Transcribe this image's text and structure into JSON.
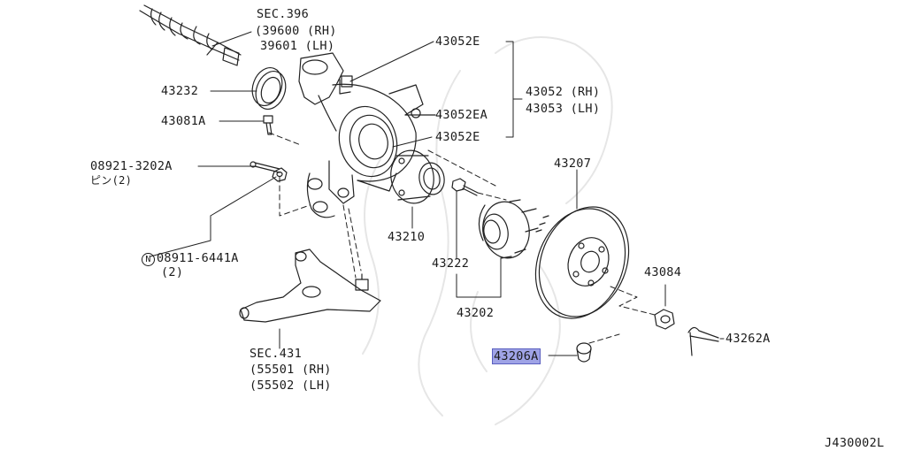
{
  "diagram_id": "J430002L",
  "labels": {
    "sec396": "SEC.396",
    "p39600": "(39600 (RH)",
    "p39601": "39601 (LH)",
    "p43232": "43232",
    "p43081a": "43081A",
    "p08921": "08921-3202A",
    "pin2": "ピン(2)",
    "p08911_prefix": "N",
    "p08911": "08911-6441A",
    "qty2": "(2)",
    "sec431": "SEC.431",
    "p55501": "(55501 (RH)",
    "p55502": "(55502 (LH)",
    "p43052e_top": "43052E",
    "p43052ea": "43052EA",
    "p43052e_bottom": "43052E",
    "p43052rh": "43052 (RH)",
    "p43053lh": "43053 (LH)",
    "p43210": "43210",
    "p43222": "43222",
    "p43202": "43202",
    "p43207": "43207",
    "p43084": "43084",
    "p43262a": "43262A",
    "p43206a": "43206A"
  },
  "highlight_color": "#9fa3e6"
}
